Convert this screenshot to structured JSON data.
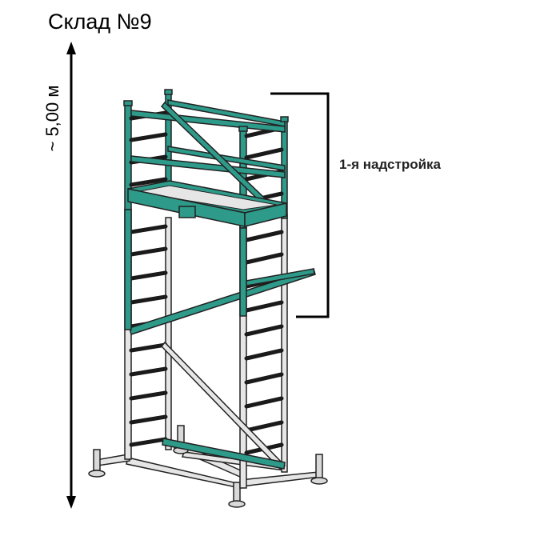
{
  "title": "Склад №9",
  "height_label": "~ 5,00 м",
  "section_label": "1-я надстройка",
  "colors": {
    "frame_teal": "#2e9a8a",
    "frame_gray": "#e6e6e6",
    "outline": "#222222",
    "rung": "#1a1a1a"
  },
  "icons": [
    "double-arrow-icon",
    "bracket-icon",
    "scaffold-tower-icon"
  ]
}
